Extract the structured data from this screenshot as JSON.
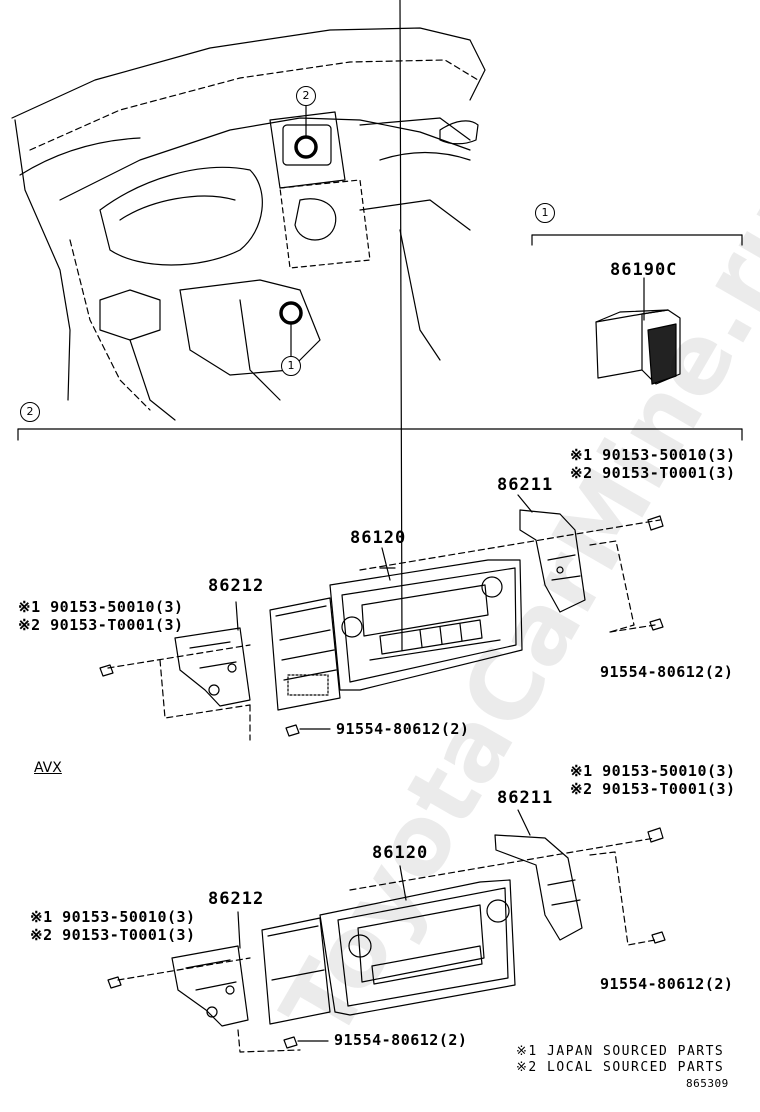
{
  "callouts": {
    "one": "1",
    "two": "2"
  },
  "section1": {
    "part": "86190C"
  },
  "section2": {
    "variant_label": "AVX",
    "upper": {
      "display": "86120",
      "bracket_right": "86211",
      "bracket_left": "86212",
      "right_screw_japan": "※1 90153-50010(3)",
      "right_screw_local": "※2 90153-T0001(3)",
      "right_bolt": "91554-80612(2)",
      "left_screw_japan": "※1 90153-50010(3)",
      "left_screw_local": "※2 90153-T0001(3)",
      "left_bolt": "91554-80612(2)"
    },
    "lower": {
      "display": "86120",
      "bracket_right": "86211",
      "bracket_left": "86212",
      "right_screw_japan": "※1 90153-50010(3)",
      "right_screw_local": "※2 90153-T0001(3)",
      "right_bolt": "91554-80612(2)",
      "left_screw_japan": "※1 90153-50010(3)",
      "left_screw_local": "※2 90153-T0001(3)",
      "left_bolt": "91554-80612(2)"
    }
  },
  "legend": {
    "japan": "※1 JAPAN SOURCED PARTS",
    "local": "※2 LOCAL SOURCED PARTS"
  },
  "figure_number": "865309",
  "watermark": "ToyotaCarMine.ru"
}
